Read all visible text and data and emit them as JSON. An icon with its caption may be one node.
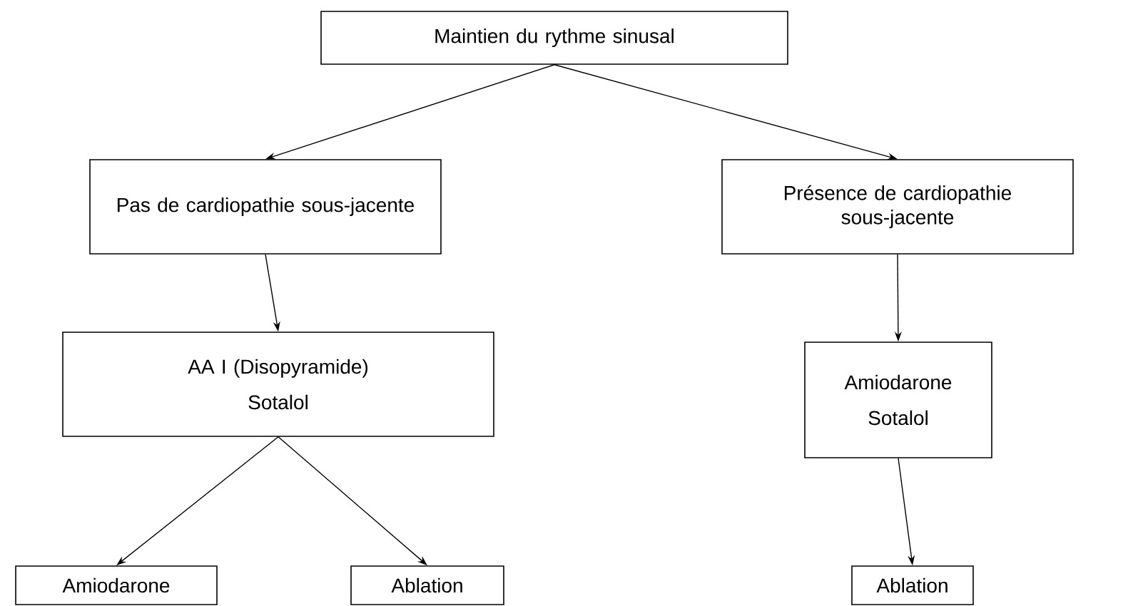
{
  "diagram": {
    "nodes": [
      {
        "text": [
          "Maintien du rythme sinusal"
        ]
      },
      {
        "text": [
          "Pas de cardiopathie sous-jacente"
        ]
      },
      {
        "text": [
          "Présence de cardiopathie sous-jacente"
        ]
      },
      {
        "text": [
          "AA I (Disopyramide)",
          "Sotalol"
        ]
      },
      {
        "text": [
          "Amiodarone",
          "Sotalol"
        ]
      },
      {
        "text": [
          "Amiodarone"
        ]
      },
      {
        "text": [
          "Ablation"
        ]
      },
      {
        "text": [
          "Ablation"
        ]
      }
    ],
    "edges": [
      {
        "from": 0,
        "to": 1,
        "arrow": "to"
      },
      {
        "from": 0,
        "to": 2,
        "arrow": "to"
      },
      {
        "from": 1,
        "to": 3,
        "arrow": "to"
      },
      {
        "from": 2,
        "to": 4,
        "arrow": "to"
      },
      {
        "from": 3,
        "to": 5,
        "arrow": "to"
      },
      {
        "from": 3,
        "to": 6,
        "arrow": "to"
      },
      {
        "from": 4,
        "to": 7,
        "arrow": "to"
      }
    ]
  }
}
